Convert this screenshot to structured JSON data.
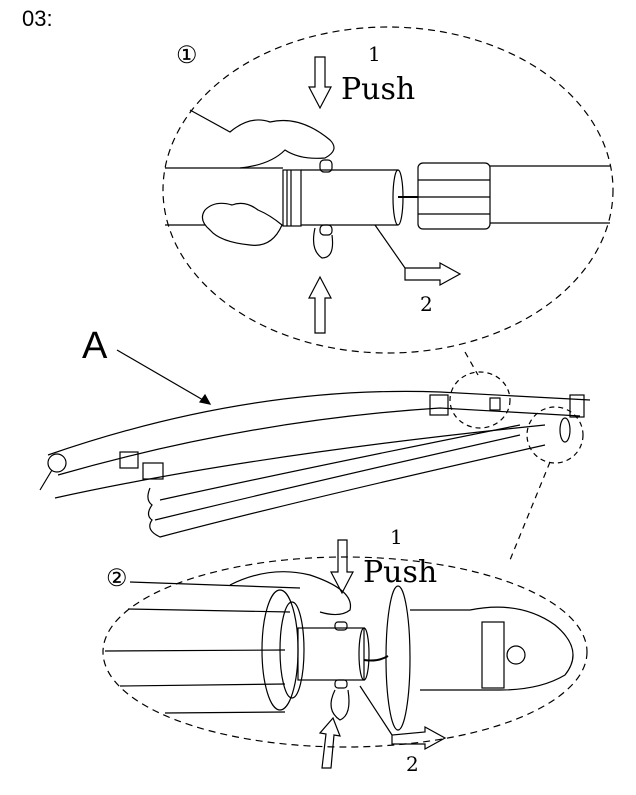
{
  "step": {
    "label": "03:"
  },
  "part_label": "A",
  "details": [
    {
      "marker": "①",
      "action_step_1": "1",
      "action_text": "Push",
      "action_step_2": "2"
    },
    {
      "marker": "②",
      "action_step_1": "1",
      "action_text": "Push",
      "action_step_2": "2"
    }
  ],
  "colors": {
    "line": "#000000",
    "background": "#ffffff"
  }
}
